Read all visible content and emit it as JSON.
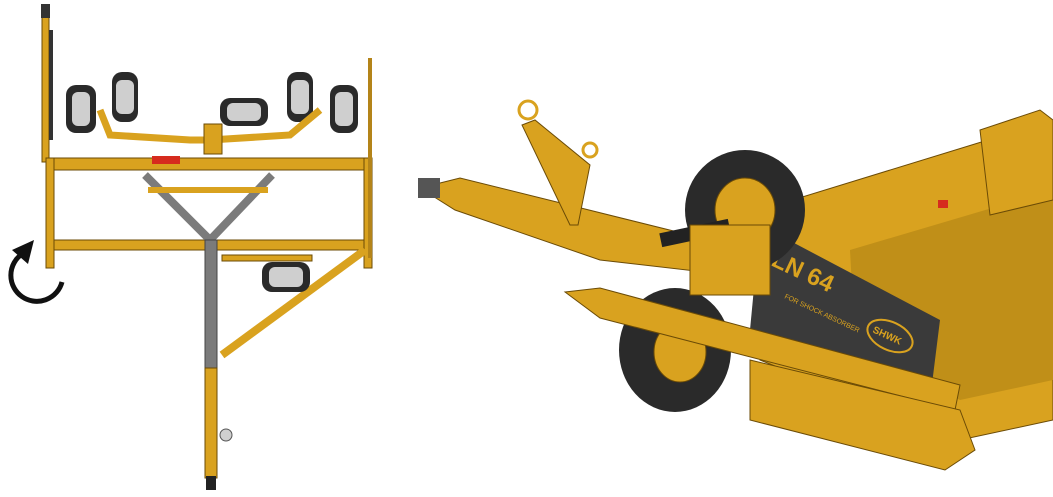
{
  "figure": {
    "left_view": "top view of towed machine with rotation arrow",
    "right_view": "isometric view of hitch and tow bar"
  },
  "branding": {
    "model_label": "LN 64",
    "side_small_text": "FOR SHOCK ABSORBER",
    "badge_text": "SHWK"
  },
  "colors": {
    "frame": "#d9a21f",
    "frame_dark": "#a9780f",
    "tire": "#2a2a2a",
    "tire_side": "#cfcfcf",
    "tube_gray": "#7b7b7b",
    "red_marker": "#d62b1e",
    "panel_dark": "#3a3a3a"
  },
  "icons": {
    "rotation": "rotate-counterclockwise-arrow-icon"
  }
}
